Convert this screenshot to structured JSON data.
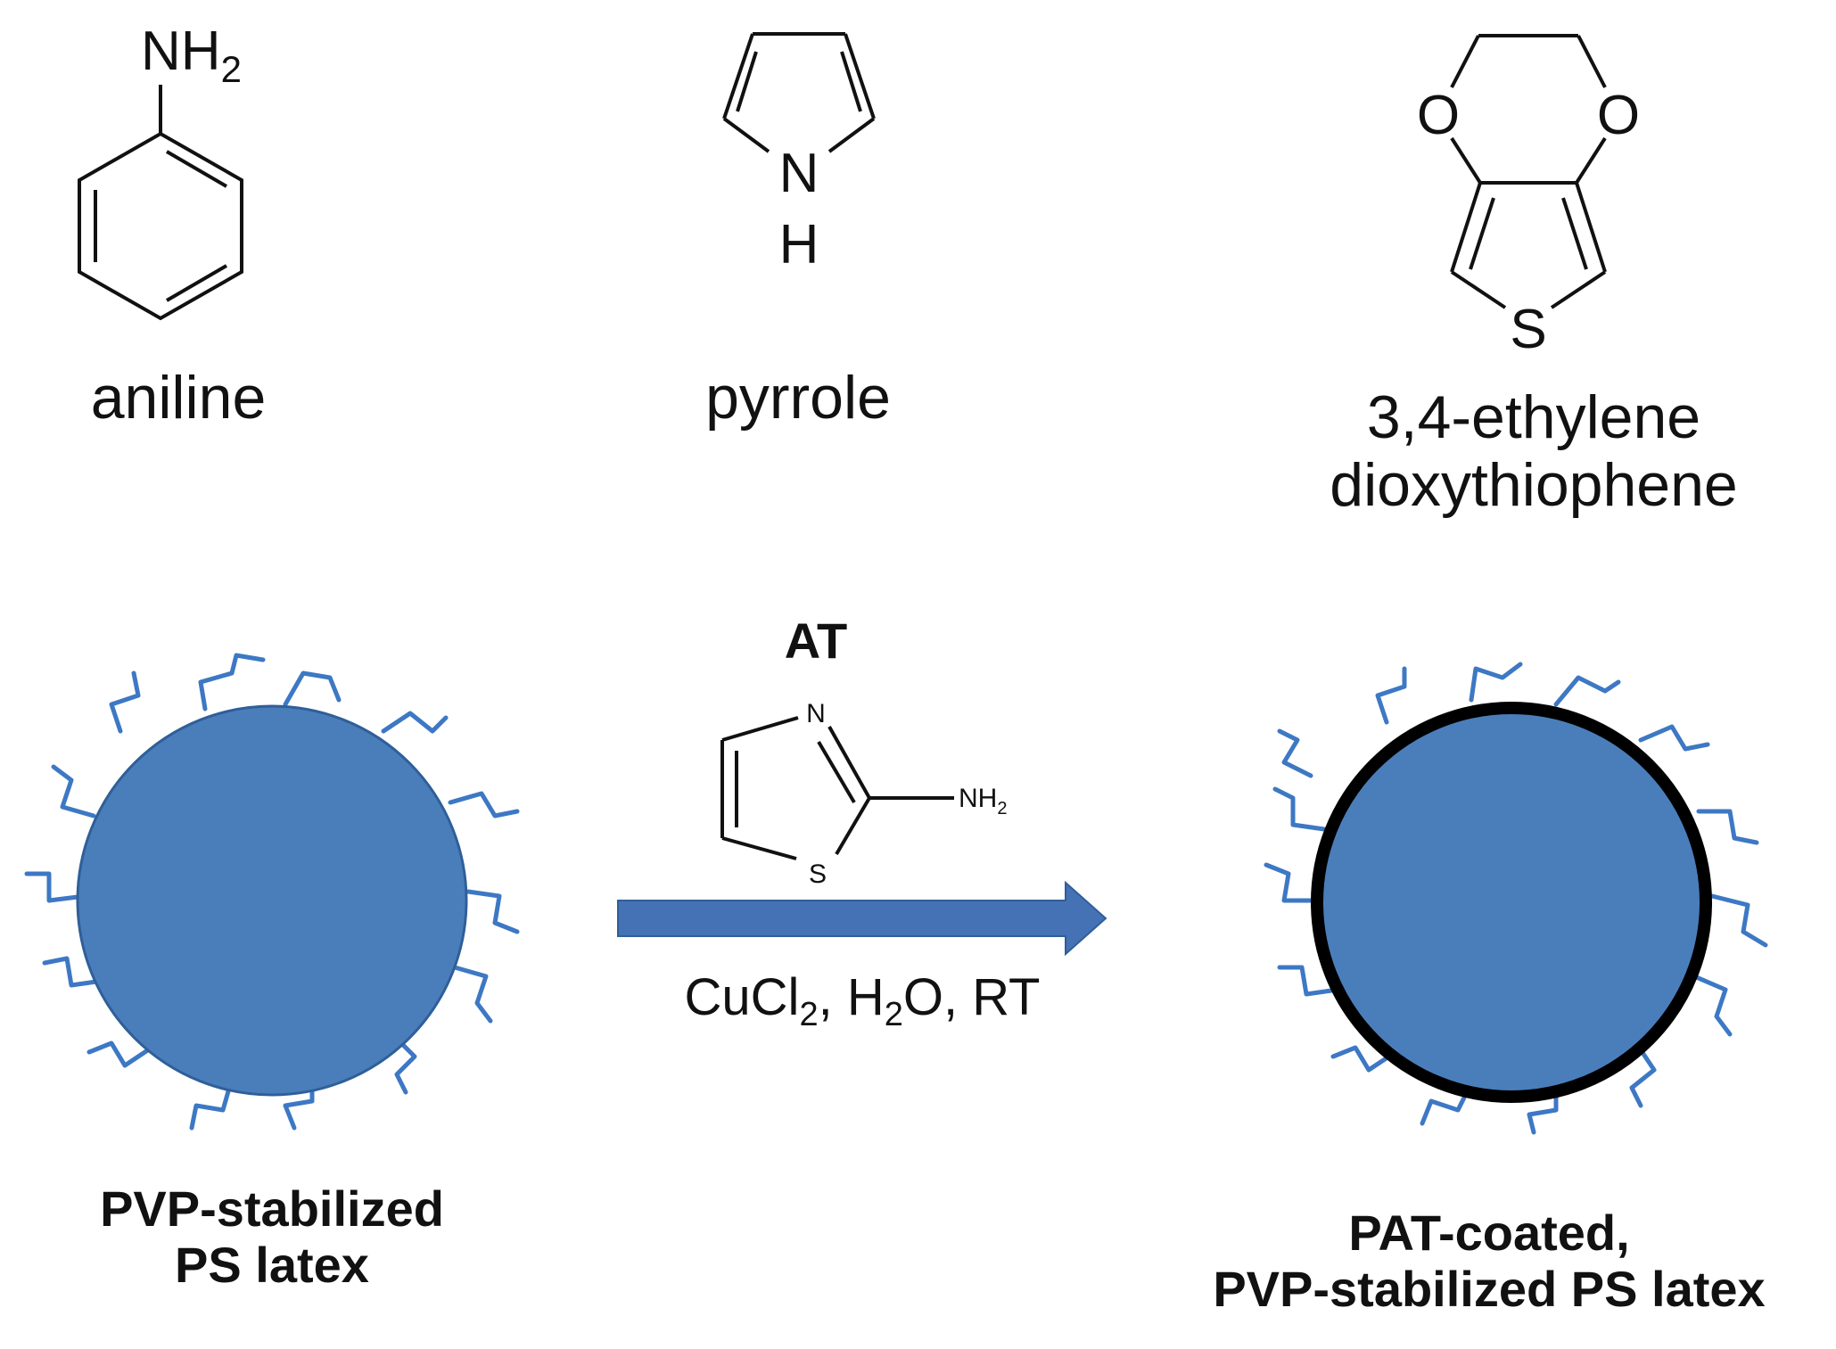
{
  "molecules": {
    "aniline": {
      "name": "aniline",
      "group": "NH",
      "group_sub": "2"
    },
    "pyrrole": {
      "name": "pyrrole",
      "n": "N",
      "h": "H"
    },
    "edot": {
      "name_line1": "3,4-ethylene",
      "name_line2": "dioxythiophene",
      "o1": "O",
      "o2": "O",
      "s": "S"
    }
  },
  "reaction": {
    "reagent_label": "AT",
    "at_atoms": {
      "n": "N",
      "s": "S",
      "nh": "NH",
      "nh_sub": "2"
    },
    "conditions": {
      "cu": "CuCl",
      "sub1": "2",
      "mid": ", H",
      "sub2": "2",
      "end": "O, RT"
    }
  },
  "particles": {
    "left_line1": "PVP-stabilized",
    "left_line2": "PS latex",
    "right_line1": "PAT-coated,",
    "right_line2": "PVP-stabilized PS latex"
  },
  "colors": {
    "particle": "#4a7ebb",
    "chain": "#3d78c4",
    "arrow": "#4472b5",
    "coating": "#000000"
  }
}
